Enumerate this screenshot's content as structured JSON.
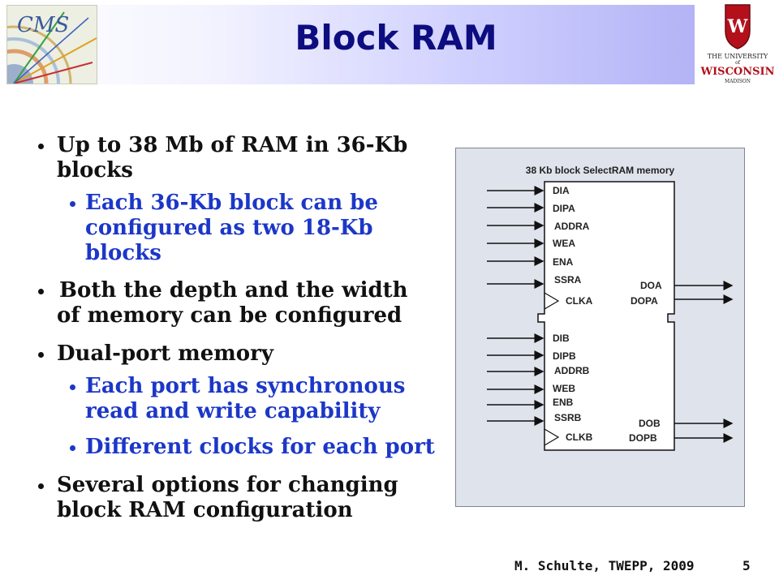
{
  "slide": {
    "title": "Block RAM",
    "footer": "M. Schulte, TWEPP, 2009",
    "page_number": "5"
  },
  "logos": {
    "cms_text": "CMS",
    "uw_line1": "THE UNIVERSITY",
    "uw_line2": "of",
    "uw_line3": "WISCONSIN",
    "uw_line4": "MADISON"
  },
  "bullets": [
    {
      "level": 1,
      "lines": [
        "Up to 38 Mb of RAM in 36-Kb",
        "blocks"
      ]
    },
    {
      "level": 2,
      "lines": [
        "Each 36-Kb block can be",
        "configured as two 18-Kb",
        "blocks"
      ]
    },
    {
      "level": 1,
      "lines": [
        " Both the depth and the width",
        "of memory can be configured"
      ]
    },
    {
      "level": 1,
      "lines": [
        "Dual-port memory"
      ]
    },
    {
      "level": 2,
      "lines": [
        "Each port has synchronous",
        "read and write capability"
      ]
    },
    {
      "level": 2,
      "lines": [
        "Different clocks for each port"
      ]
    },
    {
      "level": 1,
      "lines": [
        "Several options for changing",
        "block RAM configuration"
      ]
    }
  ],
  "diagram": {
    "title": "38 Kb block SelectRAM memory",
    "port_a_inputs": [
      "DIA",
      "DIPA",
      "ADDRA",
      "WEA",
      "ENA",
      "SSRA"
    ],
    "port_a_clock": "CLKA",
    "port_a_outputs": [
      "DOA",
      "DOPA"
    ],
    "port_b_inputs": [
      "DIB",
      "DIPB",
      "ADDRB",
      "WEB",
      "ENB",
      "SSRB"
    ],
    "port_b_clock": "CLKB",
    "port_b_outputs": [
      "DOB",
      "DOPB"
    ]
  }
}
